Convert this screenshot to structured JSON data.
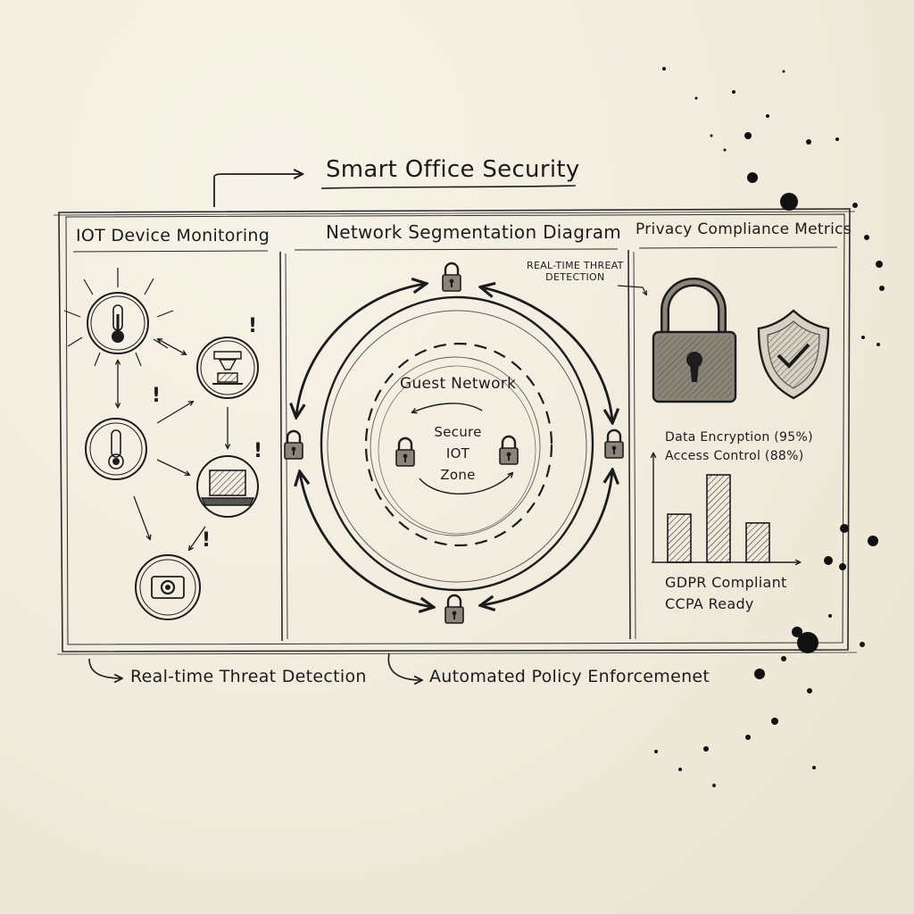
{
  "title": "Smart Office Security",
  "panels": {
    "iot": {
      "heading": "IOT Device Monitoring",
      "alert_mark": "!"
    },
    "network": {
      "heading": "Network Segmentation Diagram",
      "note_line1": "REAL-TIME THREAT",
      "note_line2": "DETECTION",
      "guest_label": "Guest Network",
      "secure_line1": "Secure",
      "secure_line2": "IOT",
      "secure_line3": "Zone"
    },
    "privacy": {
      "heading": "Privacy Compliance Metrics",
      "metric1": "Data Encryption (95%)",
      "metric2": "Access Control (88%)",
      "compliance1": "GDPR Compliant",
      "compliance2": "CCPA Ready"
    }
  },
  "footer": {
    "item1": "Real-time Threat Detection",
    "item2": "Automated Policy Enforcemenet"
  },
  "chart_data": {
    "type": "bar",
    "categories": [
      "",
      "",
      ""
    ],
    "values": [
      0.55,
      1.0,
      0.45
    ]
  },
  "icons": [
    "thermometer-icon",
    "coffee-maker-icon",
    "laptop-icon",
    "camera-icon",
    "lock-icon",
    "shield-check-icon"
  ]
}
